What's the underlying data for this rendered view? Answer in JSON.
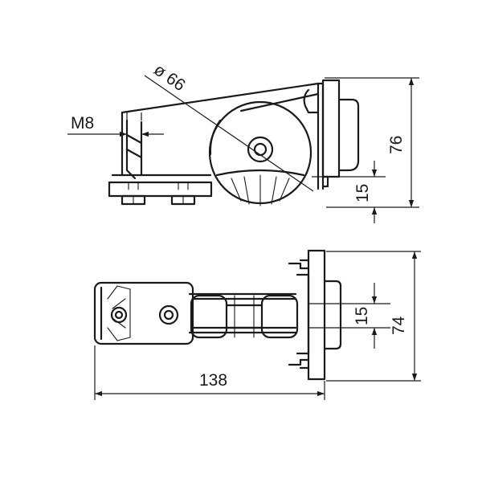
{
  "drawing": {
    "dimensions": {
      "thread": "M8",
      "wheel_diameter": "ø 66",
      "side_height": "76",
      "side_inset": "15",
      "top_height": "74",
      "top_inset": "15",
      "total_length": "138"
    },
    "colors": {
      "line": "#1a1a1a",
      "background": "#ffffff"
    }
  }
}
